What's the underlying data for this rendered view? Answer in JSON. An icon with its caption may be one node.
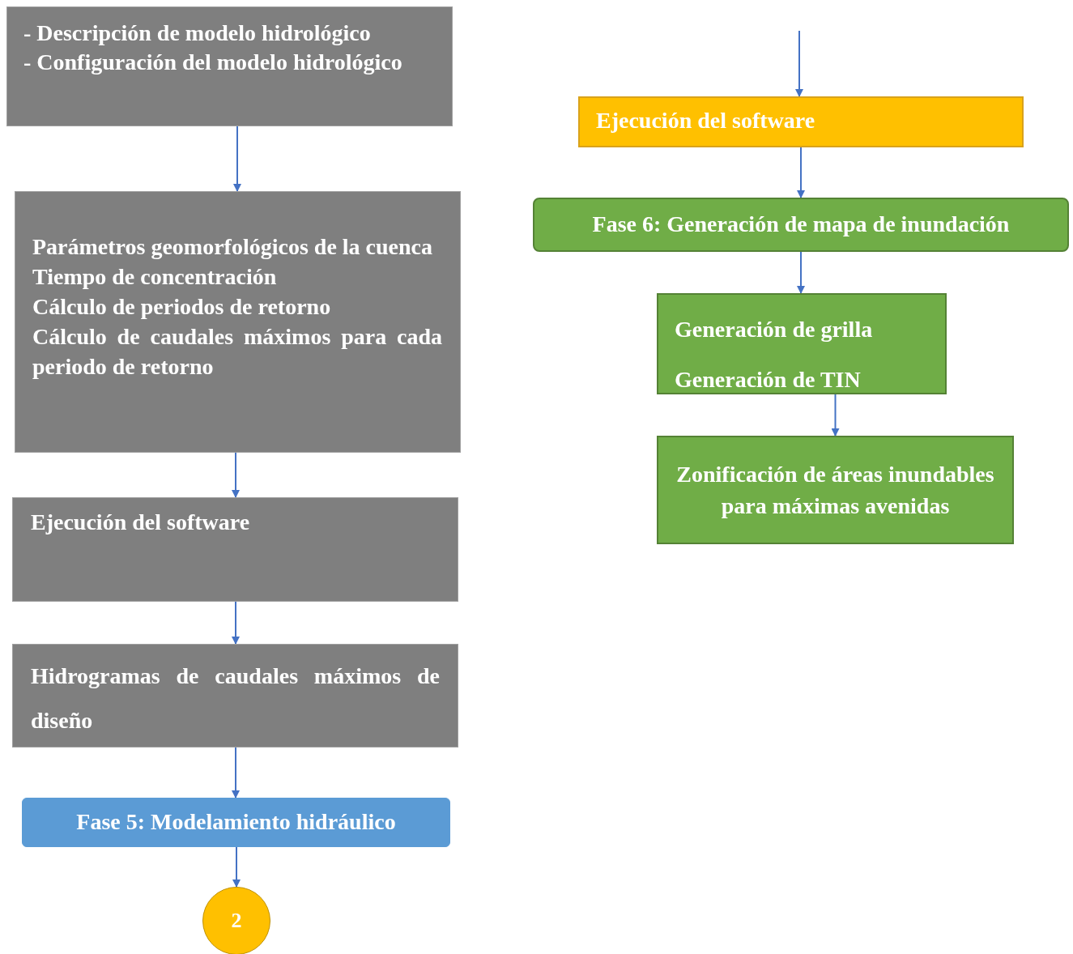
{
  "diagram": {
    "nodes": [
      {
        "text": [
          "- Descripción de modelo hidrológico",
          "- Configuración del modelo hidrológico"
        ]
      },
      {
        "text": [
          "Parámetros geomorfológicos de la cuenca",
          "Tiempo de concentración",
          "Cálculo de periodos de retorno",
          "Cálculo de caudales máximos para cada periodo de retorno"
        ]
      },
      {
        "text": [
          "Ejecución del software"
        ]
      },
      {
        "text": [
          "Hidrogramas de caudales máximos de diseño"
        ]
      },
      {
        "text": [
          "Fase 5: Modelamiento hidráulico"
        ]
      },
      {
        "text": [
          "2"
        ]
      },
      {
        "text": [
          "Ejecución del software"
        ]
      },
      {
        "text": [
          "Fase 6: Generación de mapa de inundación"
        ]
      },
      {
        "text": [
          "Generación de grilla",
          "Generación de TIN"
        ]
      },
      {
        "text": [
          "Zonificación de áreas inundables para máximas avenidas"
        ]
      }
    ],
    "edges": [
      {
        "from": 0,
        "to": 1,
        "arrow": "to"
      },
      {
        "from": 1,
        "to": 2,
        "arrow": "to"
      },
      {
        "from": 2,
        "to": 3,
        "arrow": "to"
      },
      {
        "from": 3,
        "to": 4,
        "arrow": "to"
      },
      {
        "from": 4,
        "to": 5,
        "arrow": "to"
      },
      {
        "from": null,
        "to": 6,
        "arrow": "to"
      },
      {
        "from": 6,
        "to": 7,
        "arrow": "to"
      },
      {
        "from": 7,
        "to": 8,
        "arrow": "to"
      },
      {
        "from": 8,
        "to": 9,
        "arrow": "to"
      }
    ]
  }
}
